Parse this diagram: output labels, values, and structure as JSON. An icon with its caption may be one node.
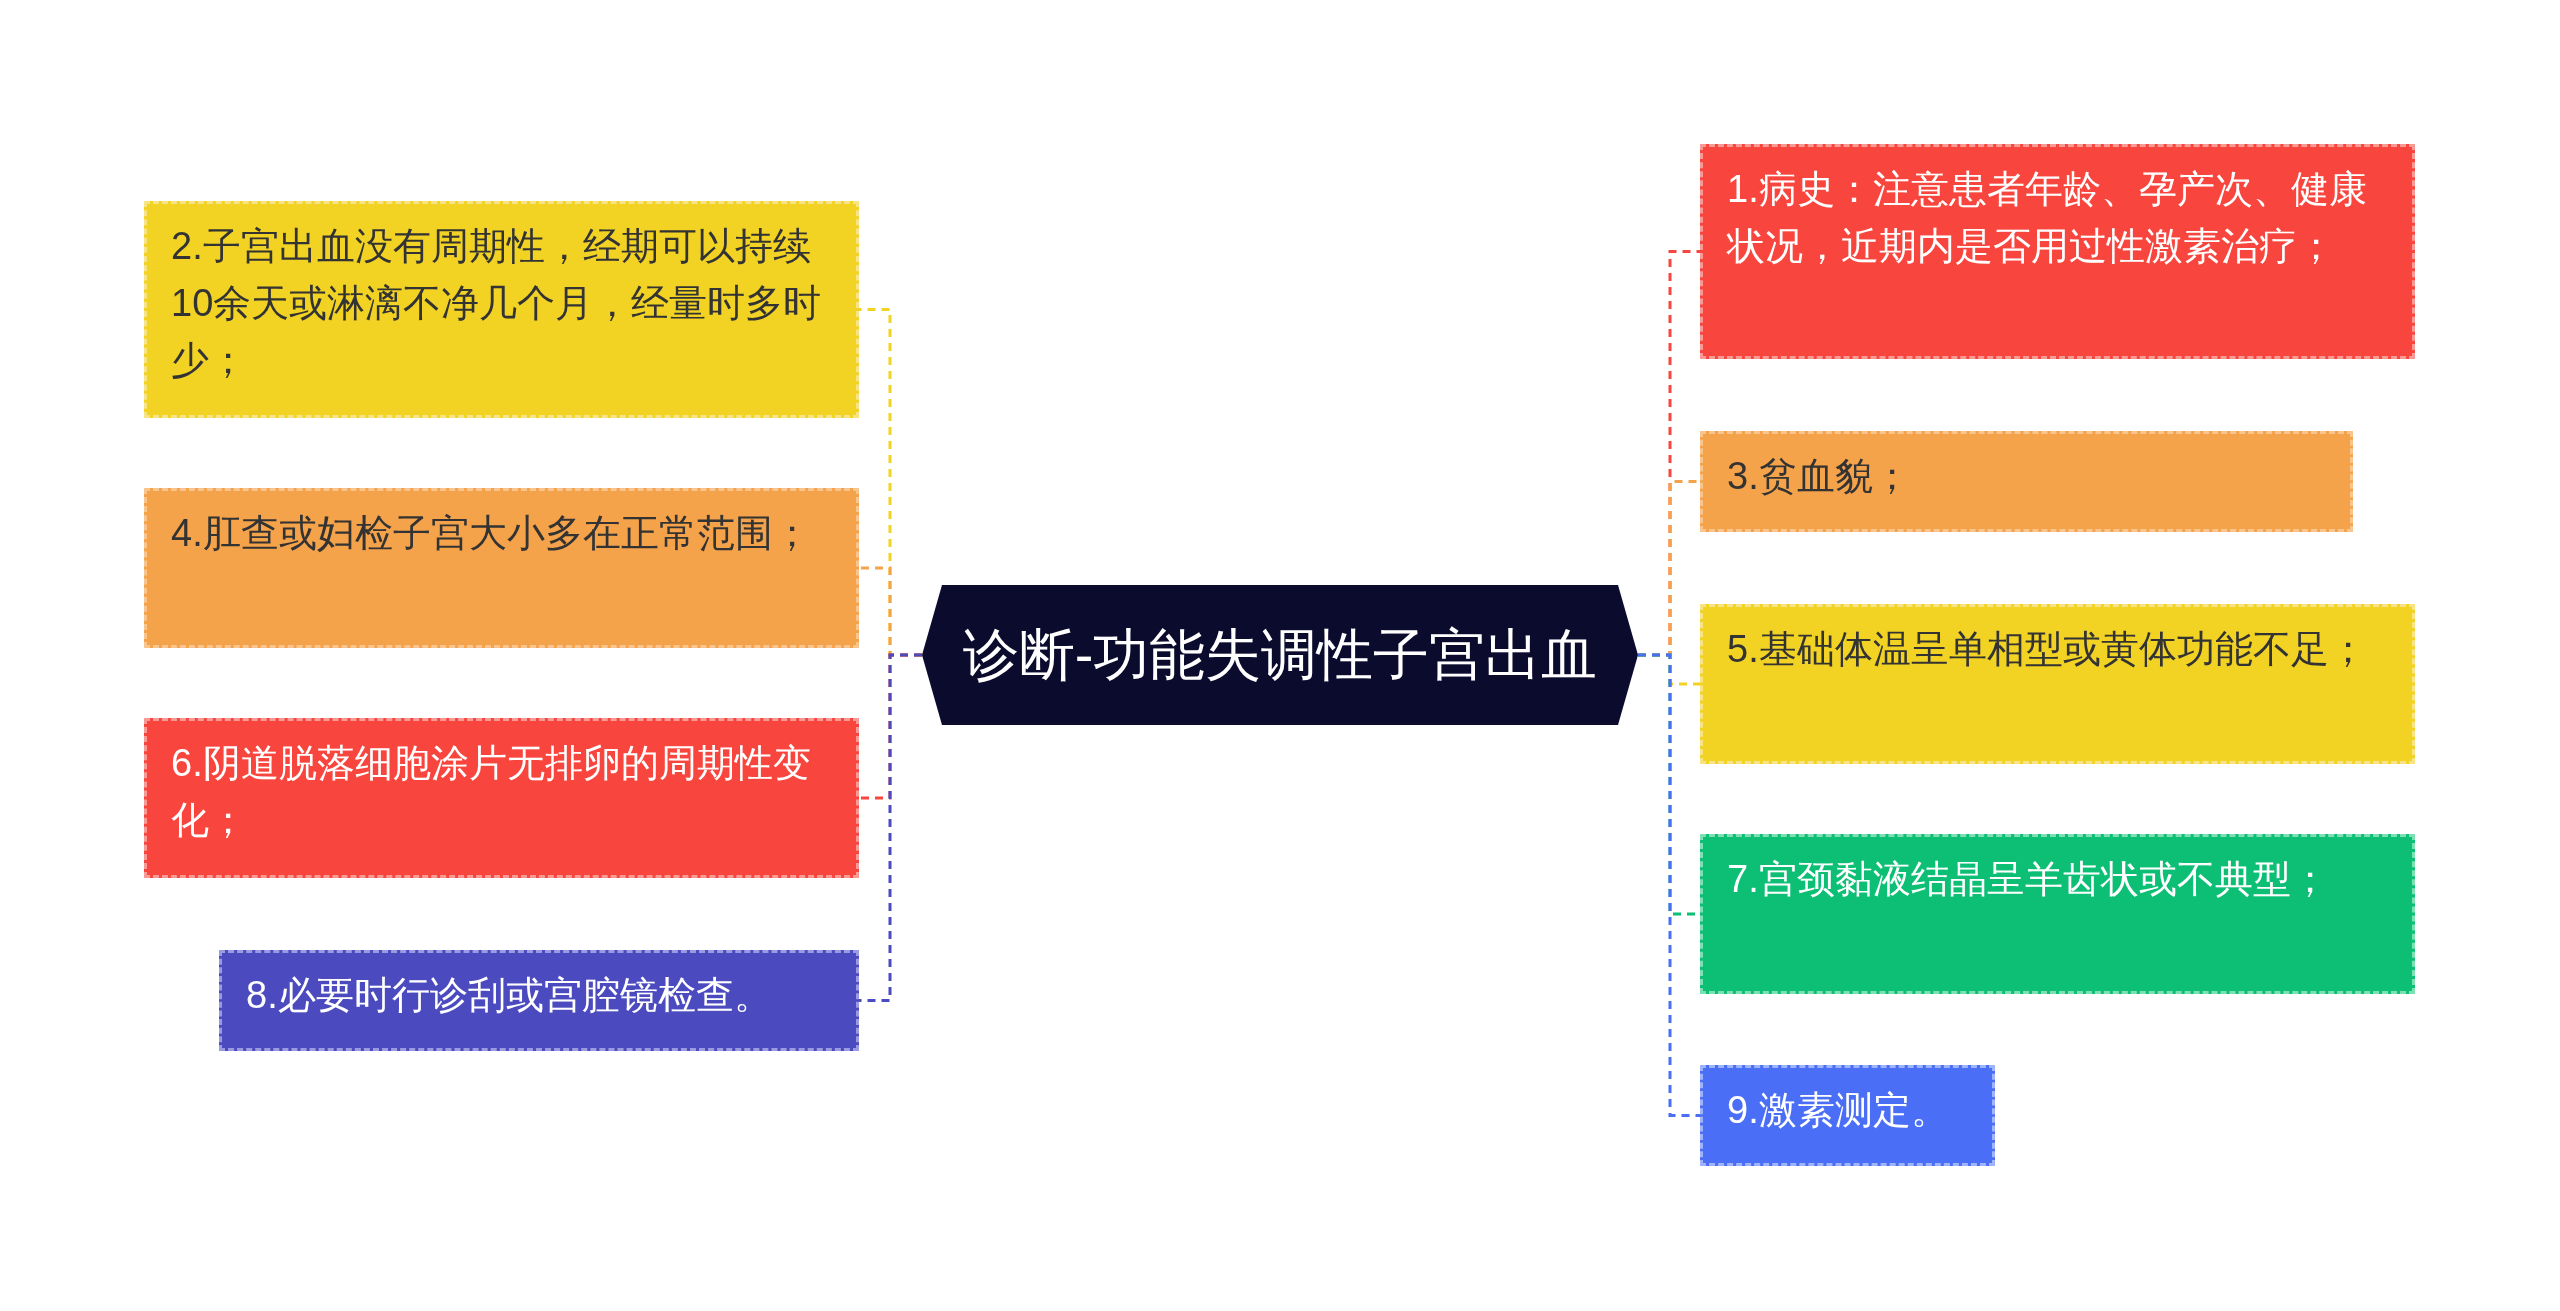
{
  "diagram": {
    "nodes": [
      {
        "text": [
          "诊断-功能失调性子宫出血"
        ]
      },
      {
        "text": [
          "1.病史：注意患者年龄、孕产次、健康状况，近期内是否用过性激素治疗；"
        ]
      },
      {
        "text": [
          "2.子宫出血没有周期性，经期可以持续10余天或淋漓不净几个月，经量时多时少；"
        ]
      },
      {
        "text": [
          "3.贫血貌；"
        ]
      },
      {
        "text": [
          "4.肛查或妇检子宫大小多在正常范围；"
        ]
      },
      {
        "text": [
          "5.基础体温呈单相型或黄体功能不足；"
        ]
      },
      {
        "text": [
          "6.阴道脱落细胞涂片无排卵的周期性变化；"
        ]
      },
      {
        "text": [
          "7.宫颈黏液结晶呈羊齿状或不典型；"
        ]
      },
      {
        "text": [
          "8.必要时行诊刮或宫腔镜检查。"
        ]
      },
      {
        "text": [
          "9.激素测定。"
        ]
      }
    ],
    "edges": [
      {
        "from": 0,
        "to": 1,
        "arrow": "none",
        "style": "dashed",
        "color": "#f8463e"
      },
      {
        "from": 0,
        "to": 2,
        "arrow": "none",
        "style": "dashed",
        "color": "#f2d324"
      },
      {
        "from": 0,
        "to": 3,
        "arrow": "none",
        "style": "dashed",
        "color": "#f5a34a"
      },
      {
        "from": 0,
        "to": 4,
        "arrow": "none",
        "style": "dashed",
        "color": "#f5a34a"
      },
      {
        "from": 0,
        "to": 5,
        "arrow": "none",
        "style": "dashed",
        "color": "#f2d324"
      },
      {
        "from": 0,
        "to": 6,
        "arrow": "none",
        "style": "dashed",
        "color": "#f8463e"
      },
      {
        "from": 0,
        "to": 7,
        "arrow": "none",
        "style": "dashed",
        "color": "#0cbf74"
      },
      {
        "from": 0,
        "to": 8,
        "arrow": "none",
        "style": "dashed",
        "color": "#4b4bbf"
      },
      {
        "from": 0,
        "to": 9,
        "arrow": "none",
        "style": "dashed",
        "color": "#4a6ef5"
      }
    ]
  }
}
